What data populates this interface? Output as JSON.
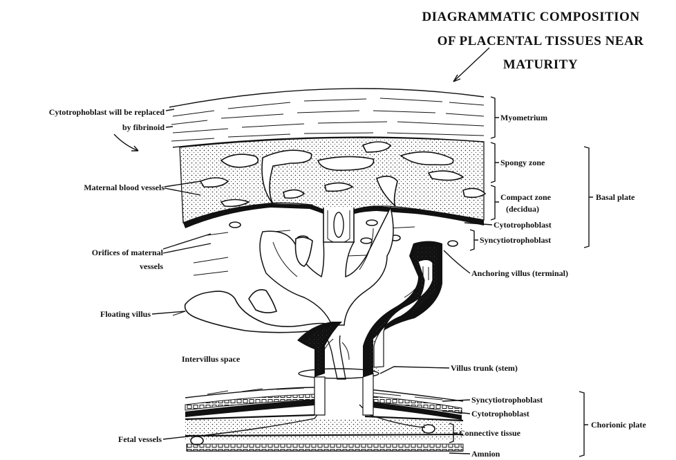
{
  "title": {
    "line1": "DIAGRAMMATIC COMPOSITION",
    "line2": "OF PLACENTAL TISSUES NEAR",
    "line3": "MATURITY"
  },
  "labels_left": {
    "cytotrophoblast_replaced_1": "Cytotrophoblast will be replaced",
    "cytotrophoblast_replaced_2": "by fibrinoid",
    "maternal_blood_vessels": "Maternal blood vessels",
    "orifices_1": "Orifices of maternal",
    "orifices_2": "vessels",
    "floating_villus": "Floating villus",
    "intervillus_space": "Intervillus space",
    "fetal_vessels": "Fetal vessels"
  },
  "labels_right": {
    "myometrium": "Myometrium",
    "spongy_zone": "Spongy zone",
    "compact_zone_1": "Compact zone",
    "compact_zone_2": "(decidua)",
    "basal_plate": "Basal plate",
    "cytotrophoblast_upper": "Cytotrophoblast",
    "syncytiotrophoblast_upper": "Syncytiotrophoblast",
    "anchoring_villus": "Anchoring villus (terminal)",
    "villus_trunk": "Villus trunk (stem)",
    "syncytiotrophoblast_lower": "Syncytiotrophoblast",
    "cytotrophoblast_lower": "Cytotrophoblast",
    "connective_tissue": "Connective tissue",
    "amnion": "Amnion",
    "chorionic_plate": "Chorionic plate"
  }
}
